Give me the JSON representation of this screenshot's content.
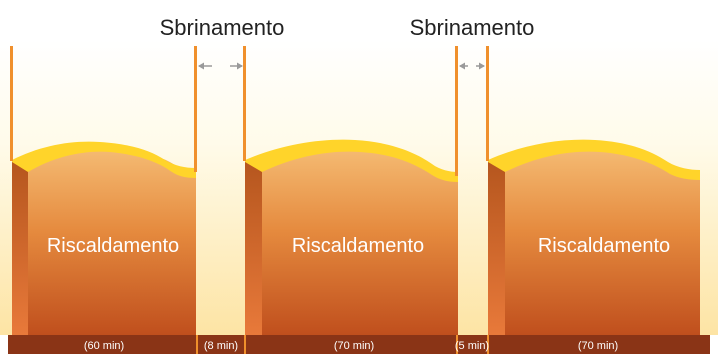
{
  "top_labels": [
    "Sbrinamento",
    "Sbrinamento"
  ],
  "phase_labels": [
    "Riscaldamento",
    "Riscaldamento",
    "Riscaldamento"
  ],
  "durations": [
    "(60 min)",
    "(8 min)",
    "(70 min)",
    "(5 min)",
    "(70 min)"
  ],
  "colors": {
    "bar_fill_top": "#f2b066",
    "bar_fill_bottom": "#c2521f",
    "bar_side": "#9a3a14",
    "wave": "#ffd42a",
    "frame": "#f0902c",
    "timeline": "#8a3416",
    "arrow": "#9a9a9a",
    "glow_top": "#ffffff",
    "glow_bottom": "#fde6a8"
  },
  "icons": [
    "double-arrow-icon",
    "double-arrow-icon"
  ]
}
